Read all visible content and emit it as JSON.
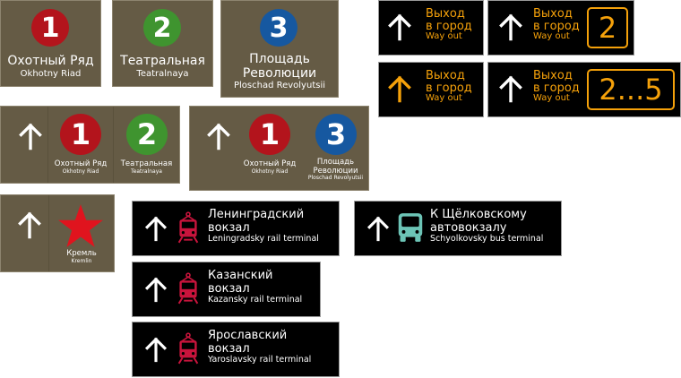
{
  "colors": {
    "panel_bg": "#655b45",
    "sign_bg": "#000000",
    "line_1": "#b3141c",
    "line_2": "#3f942f",
    "line_3": "#1658a0",
    "exit_accent": "#f5a10a",
    "rail_icon": "#c8143c",
    "bus_icon": "#6cc4b6",
    "kremlin_star": "#e0141e"
  },
  "station_tiles": [
    {
      "number": "1",
      "name_ru": "Охотный Ряд",
      "name_en": "Okhotny Riad"
    },
    {
      "number": "2",
      "name_ru": "Театральная",
      "name_en": "Teatralnaya"
    },
    {
      "number": "3",
      "name_ru_line1": "Площадь",
      "name_ru_line2": "Революции",
      "name_en": "Ploschad Revolyutsii"
    }
  ],
  "exit_signs": [
    {
      "title_line1": "Выход",
      "title_line2": "в город",
      "subtitle": "Way out",
      "arrow": "white"
    },
    {
      "title_line1": "Выход",
      "title_line2": "в город",
      "subtitle": "Way out",
      "arrow": "white",
      "exit_number": "2"
    },
    {
      "title_line1": "Выход",
      "title_line2": "в город",
      "subtitle": "Way out",
      "arrow": "orange"
    },
    {
      "title_line1": "Выход",
      "title_line2": "в город",
      "subtitle": "Way out",
      "arrow": "white",
      "exit_number": "2...5"
    }
  ],
  "direction_panels": [
    {
      "stations": [
        {
          "number": "1",
          "name_ru": "Охотный Ряд",
          "name_en": "Okhotny Riad"
        },
        {
          "number": "2",
          "name_ru": "Театральная",
          "name_en": "Teatralnaya"
        }
      ]
    },
    {
      "stations": [
        {
          "number": "1",
          "name_ru": "Охотный Ряд",
          "name_en": "Okhotny Riad"
        },
        {
          "number": "3",
          "name_ru_line1": "Площадь",
          "name_ru_line2": "Революции",
          "name_en": "Ploschad Revolyutsii"
        }
      ]
    }
  ],
  "kremlin": {
    "name_ru": "Кремль",
    "name_en": "Kremlin"
  },
  "transport_signs": [
    {
      "line1": "Ленинградский",
      "line2": "вокзал",
      "subtitle": "Leningradsky rail terminal",
      "icon": "train-icon"
    },
    {
      "line1": "Казанский",
      "line2": "вокзал",
      "subtitle": "Kazansky rail terminal",
      "icon": "train-icon"
    },
    {
      "line1": "Ярославский",
      "line2": "вокзал",
      "subtitle": "Yaroslavsky rail terminal",
      "icon": "train-icon"
    },
    {
      "line1": "К Щёлковскому",
      "line2": "автовокзалу",
      "subtitle": "Schyolkovsky bus terminal",
      "icon": "bus-icon"
    }
  ]
}
